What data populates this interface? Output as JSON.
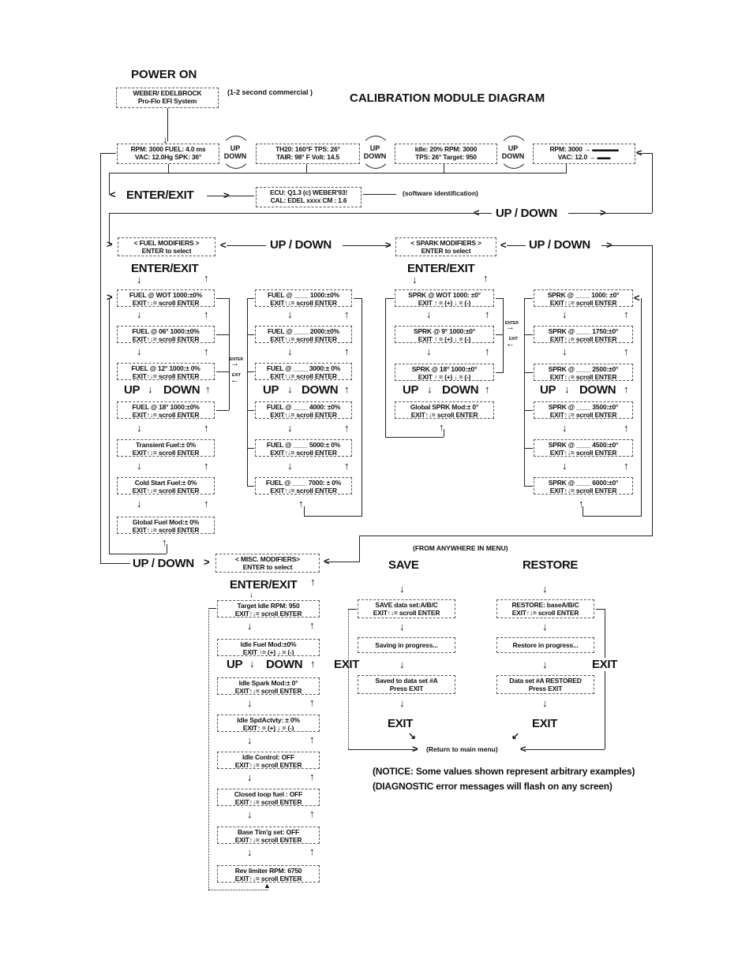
{
  "header": {
    "power_on": "POWER ON",
    "title": "CALIBRATION MODULE DIAGRAM",
    "commercial_note": "(1-2 second commercial )",
    "splash_box": [
      "WEBER/ EDELBROCK",
      "Pro-Flo EFI System"
    ]
  },
  "main_screens": [
    {
      "lines": [
        "RPM: 3000 FUEL: 4.0 ms",
        "VAC: 12.0Hg SPK: 36°"
      ]
    },
    {
      "lines": [
        "TH20: 160°F  TPS: 26°",
        "TAIR: 98° F Volt: 14.5"
      ]
    },
    {
      "lines": [
        "Idle: 20% RPM: 3000",
        "TPS: 26° Target: 950"
      ]
    },
    {
      "lines": [
        "RPM: 3000  → ▬▬▬▬",
        "VAC: 12.0 → ▬▬"
      ]
    }
  ],
  "cycle_label": {
    "up": "UP",
    "down": "DOWN"
  },
  "software_id": {
    "enter_exit": "ENTER/EXIT",
    "box": [
      "ECU: Q1.3 (c) WEBER'93!",
      "CAL: EDEL xxxx CM : 1.6"
    ],
    "note": "(software identification)"
  },
  "labels": {
    "up_down": "UP / DOWN",
    "enter_exit": "ENTER/EXIT",
    "up": "UP",
    "down": "DOWN",
    "enter_small": "ENTER",
    "exit_small": "EXIT",
    "exit": "EXIT"
  },
  "fuel": {
    "header": [
      "< FUEL MODIFIERS >",
      "ENTER to select"
    ],
    "left_column": [
      [
        "FUEL @ WOT 1000:±0%",
        "EXIT↑↓= scroll ENTER"
      ],
      [
        "FUEL @ 06° 1000:±0%",
        "EXIT↑↓= scroll ENTER"
      ],
      [
        "FUEL @ 12° 1000:± 0%",
        "EXIT↑↓= scroll ENTER"
      ],
      [
        "FUEL @ 18° 1000:±0%",
        "EXIT↑↓= scroll ENTER"
      ],
      [
        "Transient Fuel:± 0%",
        "EXIT↑↓= scroll ENTER"
      ],
      [
        "Cold Start Fuel:± 0%",
        "EXIT↑↓= scroll ENTER"
      ],
      [
        "Global Fuel Mod:± 0%",
        "EXIT↑↓= scroll ENTER"
      ]
    ],
    "right_column": [
      [
        "FUEL @ ____ 1000:±0%",
        "EXIT↑↓= scroll ENTER"
      ],
      [
        "FUEL @ ____ 2000:±0%",
        "EXIT↑↓= scroll ENTER"
      ],
      [
        "FUEL @ ____ 3000:± 0%",
        "EXIT↑↓= scroll ENTER"
      ],
      [
        "FUEL @ ____ 4000: ±0%",
        "EXIT↑↓= scroll ENTER"
      ],
      [
        "FUEL @ ____ 5000:± 0%",
        "EXIT↑↓= scroll ENTER"
      ],
      [
        "FUEL @ ____ 7000: ± 0%",
        "EXIT↑↓= scroll ENTER"
      ]
    ]
  },
  "spark": {
    "header": [
      "< SPARK MODIFIERS >",
      "ENTER to select"
    ],
    "left_column": [
      [
        "SPRK @ WOT 1000: ±0°",
        "EXIT ↑ = (+)   ↓ = (-)"
      ],
      [
        "SPRK @ 9° 1000:±0°",
        "EXIT ↑ = (+)   ↓ = (-)"
      ],
      [
        "SPRK @ 18° 1000:±0°",
        "EXIT ↑ = (+)   ↓ = (-)"
      ],
      [
        "Global SPRK Mod:± 0°",
        "EXIT↑↓= scroll ENTER"
      ]
    ],
    "right_column": [
      [
        "SPRK @ ____ 1000: ±0°",
        "EXIT↑↓= scroll ENTER"
      ],
      [
        "SPRK @ ____ 1750:±0°",
        "EXIT↑↓= scroll ENTER"
      ],
      [
        "SPRK @ ____ 2500:±0°",
        "EXIT↑↓= scroll ENTER"
      ],
      [
        "SPRK @ ____ 3500:±0°",
        "EXIT↑↓= scroll ENTER"
      ],
      [
        "SPRK @ ____ 4500:±0°",
        "EXIT↑↓= scroll ENTER"
      ],
      [
        "SPRK @ ____ 6000:±0°",
        "EXIT↑↓= scroll ENTER"
      ]
    ]
  },
  "misc": {
    "header": [
      "< MISC. MODIFIERS>",
      "ENTER to select"
    ],
    "column": [
      [
        "Target Idle RPM: 950",
        "EXIT↑↓= scroll ENTER"
      ],
      [
        "Idle Fuel Mod:±0%",
        "EXIT ↑= (+)   ↓ = (-)"
      ],
      [
        "Idle Spark Mod:± 0°",
        "EXIT↑↓= scroll ENTER"
      ],
      [
        "Idle SpdActvty: ± 0%",
        "EXIT↑ = (+)   ↓ = (-)"
      ],
      [
        "Idle Control: OFF",
        "EXIT↑↓= scroll ENTER"
      ],
      [
        "Closed loop fuel : OFF",
        "EXIT↑↓= scroll ENTER"
      ],
      [
        "Base  Tim'g set: OFF",
        "EXIT↑↓= scroll ENTER"
      ],
      [
        "Rev limiter RPM: 6750",
        "EXIT↑↓= scroll ENTER"
      ]
    ]
  },
  "save_restore": {
    "from_anywhere": "(FROM ANYWHERE IN MENU)",
    "save_title": "SAVE",
    "restore_title": "RESTORE",
    "save_boxes": [
      [
        "SAVE data set:A/B/C",
        "EXIT↑↓= scroll ENTER"
      ],
      [
        "Saving in progress..."
      ],
      [
        "Saved to data set #A",
        "Press EXIT"
      ]
    ],
    "restore_boxes": [
      [
        "RESTORE: baseA/B/C",
        "EXIT↑↓= scroll ENTER"
      ],
      [
        "Restore in progress..."
      ],
      [
        "Data set #A  RESTORED",
        "Press EXIT"
      ]
    ],
    "return_note": "(Return to main menu)"
  },
  "notices": [
    "(NOTICE: Some values shown represent arbitrary examples)",
    "(DIAGNOSTIC error messages will flash on any screen)"
  ]
}
